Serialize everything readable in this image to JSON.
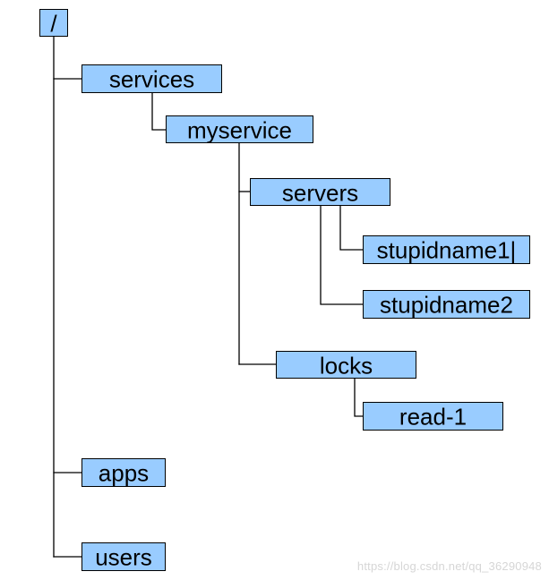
{
  "tree": {
    "root": "/",
    "services": "services",
    "myservice": "myservice",
    "servers": "servers",
    "stupidname1": "stupidname1|",
    "stupidname2": "stupidname2",
    "locks": "locks",
    "read_1": "read-1",
    "apps": "apps",
    "users": "users"
  },
  "watermark": "https://blog.csdn.net/qq_36290948",
  "colors": {
    "node_fill": "#99ccff",
    "line": "#000000"
  }
}
